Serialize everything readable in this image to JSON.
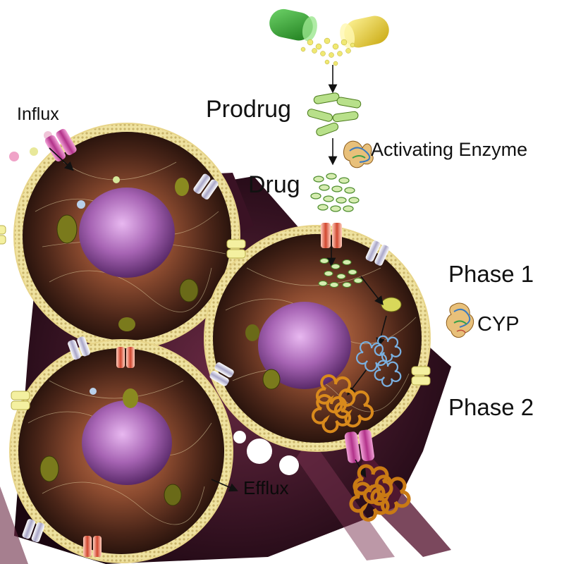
{
  "labels": {
    "influx": "Influx",
    "prodrug": "Prodrug",
    "activating_enzyme": "Activating Enzyme",
    "drug": "Drug",
    "phase1": "Phase 1",
    "cyp": "CYP",
    "phase2": "Phase 2",
    "efflux": "Efflux"
  },
  "icons": {
    "capsule": "capsule-icon",
    "enzyme": "protein-structure-icon",
    "cyp": "cyp-protein-icon",
    "transporter": "membrane-transporter-icon"
  },
  "colors": {
    "capsule_green": "#2f9e2a",
    "capsule_yellow": "#e8d22a",
    "membrane": "#d9c98a",
    "cytoplasm": "#6b3b2a",
    "nucleus": "#a15aa8",
    "phase1_metabolite": "#6aa8d8",
    "phase2_metabolite": "#d98a1c",
    "background_dark": "#2a0f1e"
  }
}
